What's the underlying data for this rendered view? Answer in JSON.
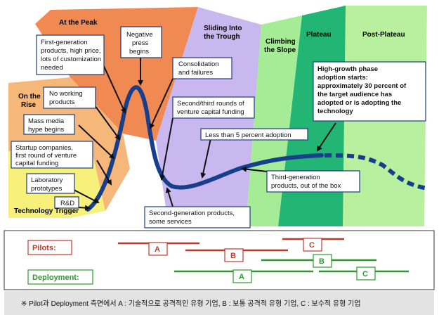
{
  "phases": {
    "trigger": "Technology Trigger",
    "rise_1": "On the",
    "rise_2": "Rise",
    "peak": "At the Peak",
    "trough_1": "Sliding Into",
    "trough_2": "the Trough",
    "slope_1": "Climbing",
    "slope_2": "the Slope",
    "plateau": "Plateau",
    "post_plateau": "Post-Plateau"
  },
  "callouts": {
    "rd": "R&D",
    "lab_1": "Laboratory",
    "lab_2": "prototypes",
    "startup_1": "Startup companies,",
    "startup_2": "first round of venture",
    "startup_3": "capital funding",
    "mass_1": "Mass media",
    "mass_2": "hype begins",
    "noworking_1": "No working",
    "noworking_2": "products",
    "firstgen_1": "First-generation",
    "firstgen_2": "products, high price,",
    "firstgen_3": "lots of customization",
    "firstgen_4": "needed",
    "negpress_1": "Negative",
    "negpress_2": "press",
    "negpress_3": "begins",
    "consol_1": "Consolidation",
    "consol_2": "and failures",
    "secondthird_1": "Second/third rounds of",
    "secondthird_2": "venture capital funding",
    "lessthan": "Less than 5 percent adoption",
    "secondgen_1": "Second-generation products,",
    "secondgen_2": "some services",
    "thirdgen_1": "Third-generation",
    "thirdgen_2": "products, out of the box",
    "highgrowth_1": "High-growth phase",
    "highgrowth_2": "adoption starts:",
    "highgrowth_3": "approximately 30 percent of",
    "highgrowth_4": "the target audience has",
    "highgrowth_5": "adopted or is adopting the",
    "highgrowth_6": "technology"
  },
  "legend": {
    "pilots": "Pilots:",
    "deployment": "Deployment:",
    "a": "A",
    "b": "B",
    "c": "C"
  },
  "footnote": "※ Pilot과 Deployment 측면에서 A : 기술적으로 공격적인 유형 기업, B : 보통 공격적 유형 기업, C : 보수적 유형 기업",
  "colors": {
    "trigger": "#f7f07a",
    "rise": "#f6b87a",
    "peak": "#f08a52",
    "trough": "#c9b8f0",
    "slope": "#a6ec96",
    "plateau": "#22b573",
    "post_plateau": "#b8f0a0",
    "curve": "#173f8c",
    "pilots": "#c0392b",
    "deployment": "#2e9a2e"
  }
}
